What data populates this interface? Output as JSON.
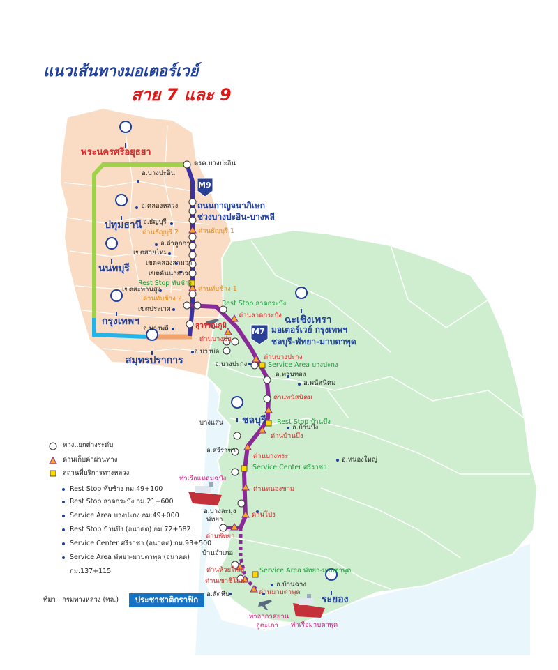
{
  "title": {
    "line1": "แนวเส้นทางมอเตอร์เวย์",
    "line2": "สาย 7 และ 9"
  },
  "colors": {
    "west_region": "#f9dcc3",
    "east_region": "#cfeecf",
    "m9": "#3a32a0",
    "m7": "#8a2a96",
    "green_line": "#9fd24a",
    "cyan_line": "#27b3e6",
    "orange_line": "#f3a36c"
  },
  "provinces": {
    "ayutthaya": "พระนครศรีอยุธยา",
    "pathum_thani": "ปทุมธานี",
    "nonthaburi": "นนทบุรี",
    "bangkok": "กรุงเทพฯ",
    "samut_prakan": "สมุทรปราการ",
    "chachoengsao": "ฉะเชิงเทรา",
    "chonburi": "ชลบุรี",
    "rayong": "ระยอง"
  },
  "districts": {
    "bang_pa_in": "อ.บางปะอิน",
    "khlong_luang": "อ.คลองหลวง",
    "thanyaburi": "อ.ธัญบุรี",
    "lam_luk_ka": "อ.ลำลูกกา",
    "sai_mai": "เขตสายไหม",
    "khlong_sam_wa": "เขตคลองสามวา",
    "khan_na_yao": "เขตคันนายาว",
    "saphan_sung": "เขตสะพานสูง",
    "prawet": "เขตประเวศ",
    "bang_phli": "อ.บางพลี",
    "bang_bo": "อ.บางบ่อ",
    "bang_pakong": "อ.บางปะกง",
    "phan_thong": "อ.พานทอง",
    "phanat_nikhom": "อ.พนัสนิคม",
    "ban_bueng": "อ.บ้านบึง",
    "bang_saen": "บางแสน",
    "si_racha": "อ.ศรีราชา",
    "nong_yai": "อ.หนองใหญ่",
    "bang_lamung": "อ.บางละมุง",
    "pattaya": "พัทยา",
    "ban_amphoe": "บ้านอำเภอ",
    "ban_chang": "อ.บ้านฉาง",
    "sattahip": "อ.สัตหีบ"
  },
  "places": {
    "bang_pa_in_junction": "ตรค.บางปะอิน",
    "kanchanaphisek": "ถนนกาญจนาภิเษก",
    "segment": "ช่วงบางปะอิน-บางพลี",
    "m7_line1": "มอเตอร์เวย์ กรุงเทพฯ",
    "m7_line2": "ชลบุรี-พัทยา-มาบตาพุด",
    "suvarnabhumi": "สุวรรณภูมิ",
    "laem_chabang_port": "ท่าเรือแหลมฉบัง",
    "u_taphao_airport": "ท่าอากาศยาน",
    "u_taphao": "อู่ตะเภา",
    "map_ta_phut_port": "ท่าเรือมาบตาพุด"
  },
  "shields": {
    "m9": "M9",
    "m7": "M7"
  },
  "tolls": {
    "thanyaburi2": "ด่านธัญบุรี 2",
    "thanyaburi1": "ด่านธัญบุรี 1",
    "thap_chang1": "ด่านทับช้าง 1",
    "thap_chang2": "ด่านทับช้าง 2",
    "lat_krabang": "ด่านลาดกระบัง",
    "bang_bo": "ด่านบางบ่อ",
    "bang_pakong": "ด่านบางปะกง",
    "phanat_nikhom": "ด่านพนัสนิคม",
    "ban_bueng": "ด่านบ้านบึง",
    "bang_phra": "ด่านบางพระ",
    "nong_kham": "ด่านหนองขาม",
    "pong": "ด่านโป่ง",
    "pattaya": "ด่านพัทยา",
    "huai_yai": "ด่านห้วยใหญ่",
    "khao_chi_on": "ด่านเขาชีโอน",
    "map_ta_phut": "ด่านมาบตาพุด"
  },
  "services": {
    "rest_thap_chang": "Rest Stop ทับช้าง",
    "rest_lat_krabang": "Rest Stop ลาดกระบัง",
    "sa_bang_pakong": "Service Area บางปะกง",
    "rest_ban_bueng": "Rest Stop บ้านบึง",
    "sc_si_racha": "Service Center ศรีราชา",
    "sa_pattaya": "Service Area พัทยา-มาบตาพุด"
  },
  "legend": {
    "interchange": "ทางแยกต่างระดับ",
    "toll": "ด่านเก็บค่าผ่านทาง",
    "service": "สถานที่บริการทางหลวง",
    "items": [
      "Rest Stop ทับช้าง กม.49+100",
      "Rest Stop ลาดกระบัง กม.21+600",
      "Service Area บางปะกง กม.49+000",
      "Rest Stop บ้านบึง (อนาคต) กม.72+582",
      "Service Center ศรีราชา (อนาคต) กม.93+500",
      "Service Area พัทยา-มาบตาพุด (อนาคต)"
    ],
    "last_km": "กม.137+115"
  },
  "source": "ที่มา : กรมทางหลวง (ทล.)",
  "brand": "ประชาชาติกราฟิก"
}
